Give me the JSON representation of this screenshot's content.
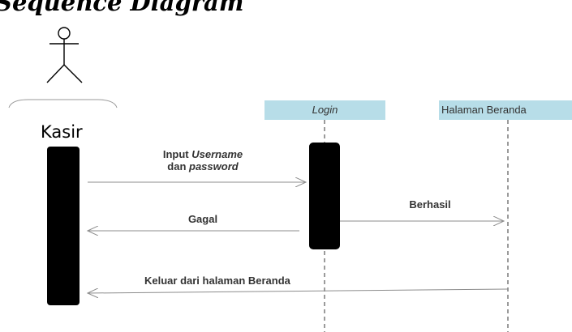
{
  "diagram": {
    "heading": "Sequence Diagram",
    "actor": {
      "name": "Kasir"
    },
    "lifelines": [
      {
        "label": "Login"
      },
      {
        "label": "Halaman Beranda"
      }
    ],
    "messages": [
      {
        "line1_text": "Input ",
        "line1_italic": "Username",
        "line2_text": "dan ",
        "line2_italic": "password"
      },
      {
        "label": "Gagal"
      },
      {
        "label": "Berhasil"
      },
      {
        "label": "Keluar dari halaman Beranda"
      }
    ]
  }
}
